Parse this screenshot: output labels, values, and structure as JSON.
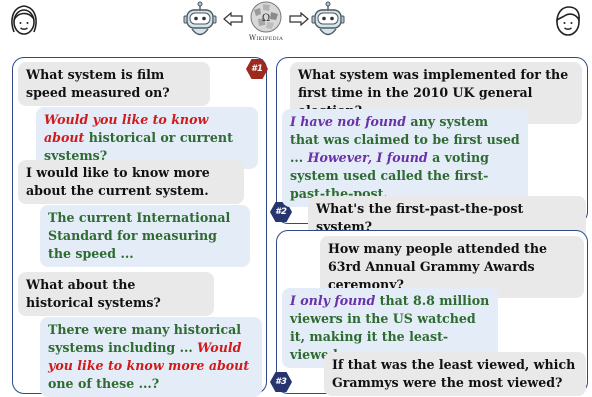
{
  "header": {
    "wiki_label": "Wikipedia"
  },
  "panel1": {
    "tag": "#1",
    "q1": "What system is film speed measured on?",
    "a1_highlight": "Would you like to know about",
    "a1_rest": "historical or current systems?",
    "q2": "I would like to know more about the current system.",
    "a2": "The current International Standard for measuring the speed ...",
    "q3": "What about the historical systems?",
    "a3_start": "There were many historical systems including ...",
    "a3_highlight": "Would you like to know more about",
    "a3_end": "one of these ...?"
  },
  "panel2": {
    "tag": "#2",
    "q1": "What system was implemented for the first time in the 2010 UK general election?",
    "a1_h1": "I have not found",
    "a1_t1": "any system that was claimed to be first used ...",
    "a1_h2": "However, I found",
    "a1_t2": "a voting system used called the first-past-the-post.",
    "q2": "What's the first-past-the-post system?"
  },
  "panel3": {
    "tag": "#3",
    "q1": "How many people attended the 63rd Annual Grammy Awards ceremony?",
    "a1_h": "I only found",
    "a1_t": "that 8.8 million viewers in the US watched it, making it the least-viewed ...",
    "q2": "If that was the least viewed, which Grammys were the most viewed?"
  },
  "colors": {
    "border": "#2d4a86",
    "bot_bubble": "#e4ecf7",
    "user_bubble": "#e9e9e9",
    "bot_text": "#2e6b31",
    "highlight_red": "#d11a1a",
    "highlight_purple": "#6a31a8"
  },
  "icons": [
    "person-female-icon",
    "robot-icon",
    "wikipedia-globe-icon",
    "person-male-icon"
  ]
}
